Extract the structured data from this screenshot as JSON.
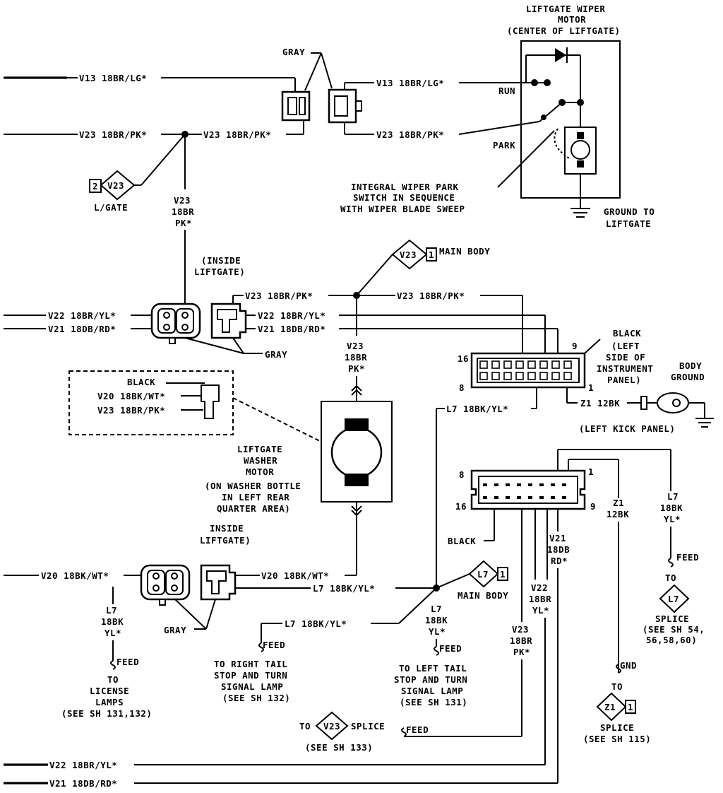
{
  "diagram": {
    "wiper_motor": {
      "title": "LIFTGATE WIPER",
      "title2": "MOTOR",
      "title3": "(CENTER OF LIFTGATE)",
      "run": "RUN",
      "park": "PARK",
      "note1": "INTEGRAL WIPER PARK",
      "note2": "SWITCH IN SEQUENCE",
      "note3": "WITH WIPER BLADE SWEEP",
      "ground1": "GROUND TO",
      "ground2": "LIFTGATE"
    },
    "wires": {
      "v13_left": "V13 18BR/LG*",
      "v13_right": "V13 18BR/LG*",
      "v23_left": "V23 18BR/PK*",
      "v23_mid": "V23 18BR/PK*",
      "v23_right": "V23 18BR/PK*",
      "v23_vert1": "V23",
      "v23_vert2": "18BR",
      "v23_vert3": "PK*",
      "v23_liftgate_l": "V23 18BR/PK*",
      "v23_liftgate_r": "V23 18BR/PK*",
      "v22_left": "V22 18BR/YL*",
      "v22_right": "V22 18BR/YL*",
      "v21_left": "V21 18DB/RD*",
      "v21_right": "V21 18DB/RD*",
      "v23_washer1": "V23",
      "v23_washer2": "18BR",
      "v23_washer3": "PK*",
      "l7_top": "L7 18BK/YL*",
      "z1": "Z1 12BK",
      "v20_left": "V20 18BK/WT*",
      "v20_right": "V20 18BK/WT*",
      "l7_mid": "L7 18BK/YL*",
      "l7_tail": "L7 18BK/YL*",
      "l7_lic1": "L7",
      "l7_lic2": "18BK",
      "l7_lic3": "YL*",
      "l7_drop1": "L7",
      "l7_drop2": "18BK",
      "l7_drop3": "YL*",
      "v23_drop1": "V23",
      "v23_drop2": "18BR",
      "v23_drop3": "PK*",
      "v22_drop1": "V22",
      "v22_drop2": "18BR",
      "v22_drop3": "YL*",
      "v21_drop1": "V21",
      "v21_drop2": "18DB",
      "v21_drop3": "RD*",
      "z1_drop1": "Z1",
      "z1_drop2": "12BK",
      "l7_right1": "L7",
      "l7_right2": "18BK",
      "l7_right3": "YL*",
      "v22_bottom": "V22 18BR/YL*",
      "v21_bottom": "V21 18DB/RD*"
    },
    "labels": {
      "gray_top": "GRAY",
      "lgate_num": "2",
      "lgate_code": "V23",
      "lgate": "L/GATE",
      "inside1a": "(INSIDE",
      "inside1b": "LIFTGATE)",
      "main_body_top_code": "V23",
      "main_body_top_num": "1",
      "main_body_top": "MAIN BODY",
      "gray_mid": "GRAY",
      "black_conn": "BLACK",
      "v20_conn": "V20 18BK/WT*",
      "v23_conn": "V23 18BR/PK*",
      "washer1": "LIFTGATE",
      "washer2": "WASHER",
      "washer3": "MOTOR",
      "washer4": "(ON WASHER BOTTLE",
      "washer5": "IN LEFT REAR",
      "washer6": "QUARTER AREA)",
      "inside2a": "INSIDE",
      "inside2b": "LIFTGATE)",
      "conn1_16": "16",
      "conn1_9": "9",
      "conn1_8": "8",
      "conn1_1": "1",
      "black_ip1": "BLACK",
      "black_ip2": "(LEFT",
      "black_ip3": "SIDE OF",
      "black_ip4": "INSTRUMENT",
      "black_ip5": "PANEL)",
      "body_ground1": "BODY",
      "body_ground2": "GROUND",
      "kick_panel": "(LEFT KICK PANEL)",
      "conn2_8": "8",
      "conn2_1": "1",
      "conn2_16": "16",
      "conn2_9": "9",
      "black_conn2": "BLACK",
      "main_body_mid_code": "L7",
      "main_body_mid_num": "1",
      "main_body_mid": "MAIN BODY",
      "gray_low": "GRAY",
      "feed_lic": "FEED",
      "to_lic1": "TO",
      "to_lic2": "LICENSE",
      "to_lic3": "LAMPS",
      "to_lic4": "(SEE SH 131,132)",
      "feed_right_tail": "FEED",
      "rt1": "TO RIGHT TAIL",
      "rt2": "STOP AND TURN",
      "rt3": "SIGNAL LAMP",
      "rt4": "(SEE SH 132)",
      "feed_left_tail": "FEED",
      "lt1": "TO LEFT TAIL",
      "lt2": "STOP AND TURN",
      "lt3": "SIGNAL LAMP",
      "lt4": "(SEE SH 131)",
      "to_v23": "TO",
      "v23_splice_code": "V23",
      "splice_v23": "SPLICE",
      "see_133": "(SEE SH 133)",
      "feed_v23": "FEED",
      "feed_l7": "FEED",
      "to_l7": "TO",
      "l7_splice_code": "L7",
      "splice_l7": "SPLICE",
      "see_54": "(SEE SH 54,",
      "see_56": "56,58,60)",
      "gnd": "GND",
      "to_z1": "TO",
      "z1_splice_code": "Z1",
      "z1_splice_num": "1",
      "splice_z1": "SPLICE",
      "see_115": "(SEE SH 115)"
    }
  }
}
